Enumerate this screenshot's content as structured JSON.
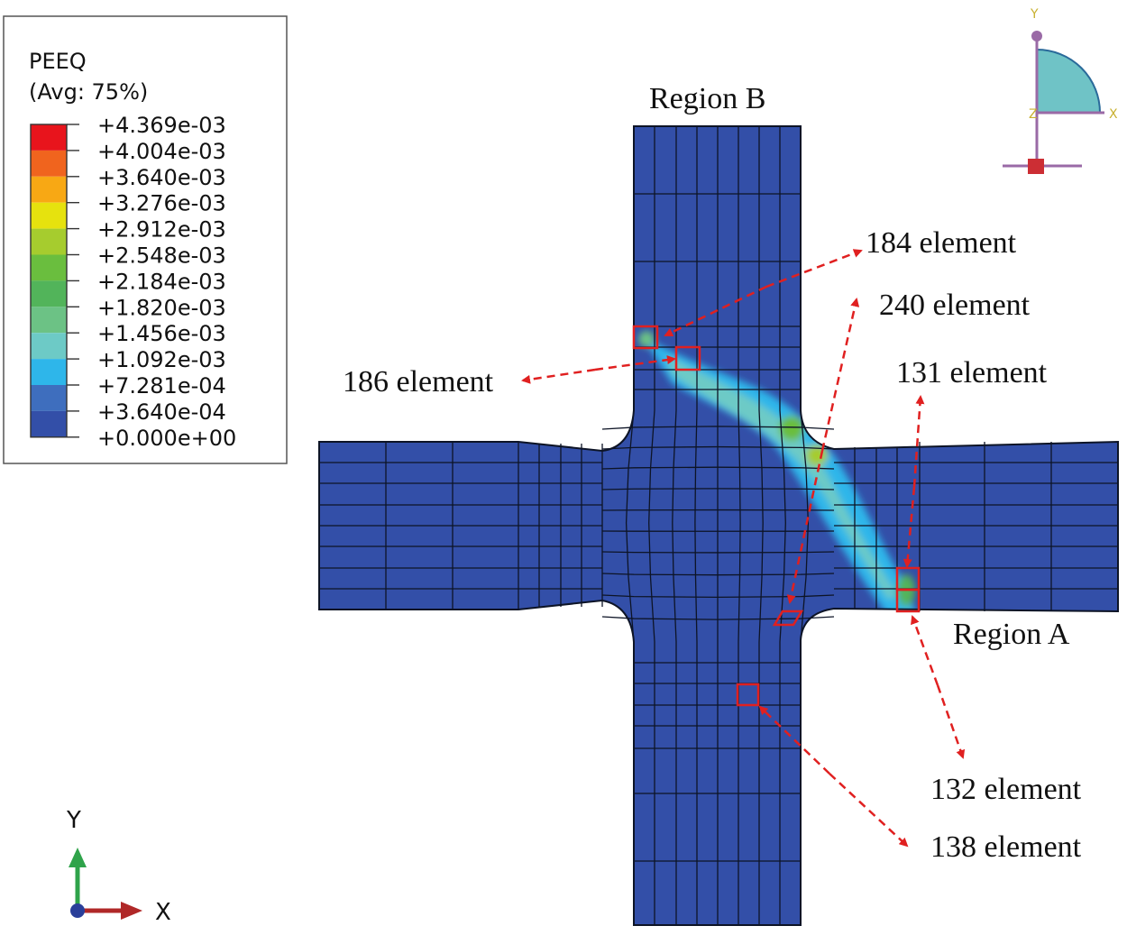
{
  "legend": {
    "variable": "PEEQ",
    "averaging": "(Avg: 75%)",
    "levels": [
      {
        "label": "+4.369e-03",
        "color": "#e8141c"
      },
      {
        "label": "+4.004e-03",
        "color": "#f0641e"
      },
      {
        "label": "+3.640e-03",
        "color": "#f8a814"
      },
      {
        "label": "+3.276e-03",
        "color": "#e6e20e"
      },
      {
        "label": "+2.912e-03",
        "color": "#a6cc2e"
      },
      {
        "label": "+2.548e-03",
        "color": "#6abe3e"
      },
      {
        "label": "+2.184e-03",
        "color": "#52b45a"
      },
      {
        "label": "+1.820e-03",
        "color": "#6cc285"
      },
      {
        "label": "+1.456e-03",
        "color": "#6dcac6"
      },
      {
        "label": "+1.092e-03",
        "color": "#2eb6ea"
      },
      {
        "label": "+7.281e-04",
        "color": "#3e6ebe"
      },
      {
        "label": "+3.640e-04",
        "color": "#334fa8"
      },
      {
        "label": "+0.000e+00",
        "color": ""
      }
    ]
  },
  "mesh": {
    "base_color": "#334fa8",
    "line_color": "#0d1426",
    "highlight_color": "#e02020"
  },
  "regions": {
    "region_a": "Region A",
    "region_b": "Region B"
  },
  "elements": [
    {
      "id": "e184",
      "label": "184 element"
    },
    {
      "id": "e240",
      "label": "240 element"
    },
    {
      "id": "e131",
      "label": "131 element"
    },
    {
      "id": "e186",
      "label": "186 element"
    },
    {
      "id": "e132",
      "label": "132 element"
    },
    {
      "id": "e138",
      "label": "138 element"
    }
  ],
  "triad_small": {
    "y": "Y",
    "z": "Z",
    "x": "X"
  },
  "triad_main": {
    "y": "Y",
    "x": "X"
  }
}
